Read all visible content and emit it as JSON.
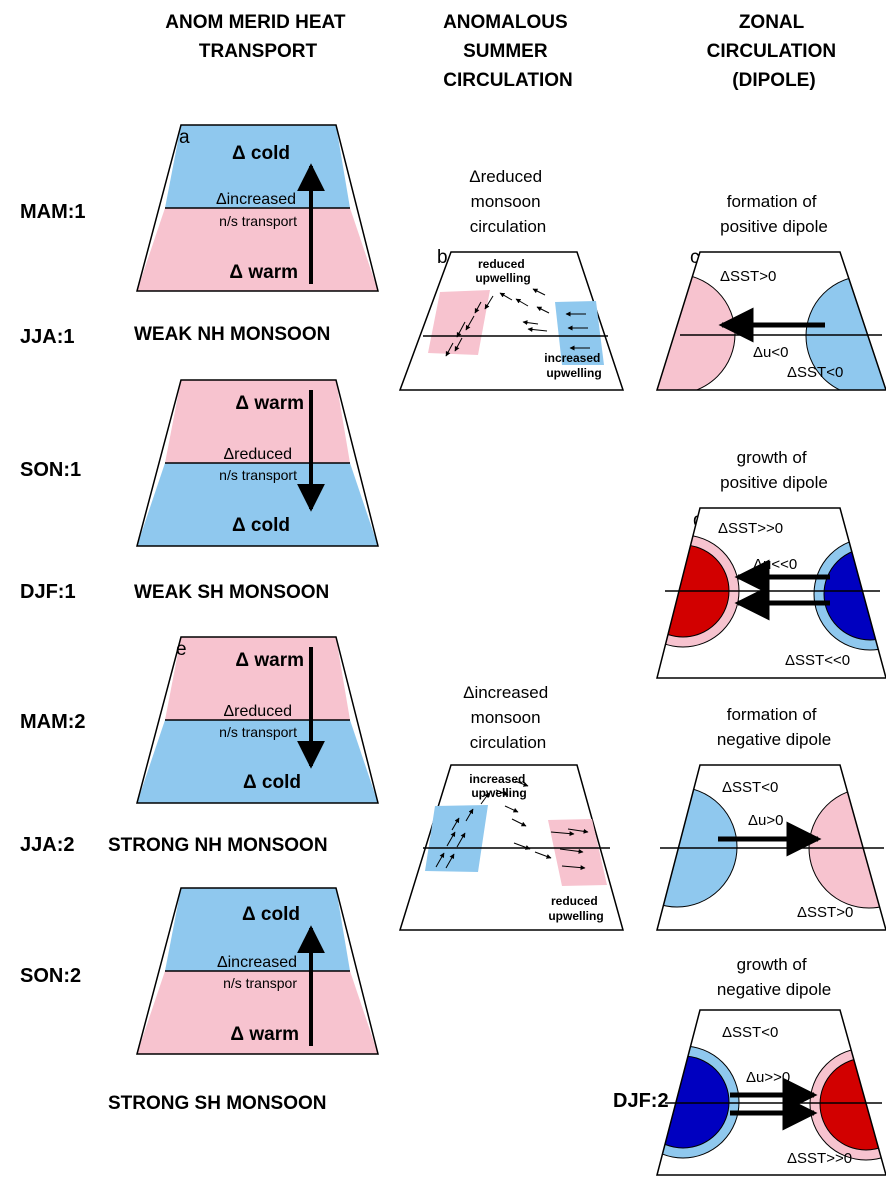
{
  "headers": {
    "col1": [
      "ANOM MERID HEAT",
      "TRANSPORT"
    ],
    "col2": [
      "ANOMALOUS",
      "SUMMER",
      "CIRCULATION"
    ],
    "col3": [
      "ZONAL",
      "CIRCULATION",
      "(DIPOLE)"
    ]
  },
  "seasons": [
    "MAM:1",
    "JJA:1",
    "SON:1",
    "DJF:1",
    "MAM:2",
    "JJA:2",
    "SON:2",
    "DJF:2"
  ],
  "monsoons": [
    "WEAK NH MONSOON",
    "WEAK SH MONSOON",
    "STRONG NH MONSOON",
    "STRONG SH MONSOON"
  ],
  "panel_letters": {
    "a": "a",
    "b": "b",
    "c": "c",
    "d": "d",
    "e": "e"
  },
  "trap1": {
    "top": "Δ cold",
    "bottom": "Δ warm",
    "mid1": "Δincreased",
    "mid2": "n/s transport"
  },
  "trap2": {
    "top": "Δ warm",
    "bottom": "Δ cold",
    "mid1": "Δreduced",
    "mid2": "n/s transport"
  },
  "trap3": {
    "top": "Δ warm",
    "bottom": "Δ cold",
    "mid1": "Δreduced",
    "mid2": "n/s transport"
  },
  "trap4": {
    "top": "Δ cold",
    "bottom": "Δ warm",
    "mid1": "Δincreased",
    "mid2": "n/s transpor"
  },
  "circ1": {
    "caption": [
      "Δreduced",
      "monsoon",
      "circulation"
    ],
    "label_top": [
      "reduced",
      "upwelling"
    ],
    "label_bottom": [
      "increased",
      "upwelling"
    ]
  },
  "circ2": {
    "caption": [
      "Δincreased",
      "monsoon",
      "circulation"
    ],
    "label_top": [
      "increased",
      "upwelling"
    ],
    "label_bottom": [
      "reduced",
      "upwelling"
    ]
  },
  "dip1": {
    "caption": [
      "formation of",
      "positive dipole"
    ],
    "sst_top": "ΔSST>0",
    "u": "Δu<0",
    "sst_bottom": "ΔSST<0"
  },
  "dip2": {
    "caption": [
      "growth of",
      "positive dipole"
    ],
    "sst_top": "ΔSST>>0",
    "u": "Δu<<0",
    "sst_bottom": "ΔSST<<0"
  },
  "dip3": {
    "caption": [
      "formation of",
      "negative dipole"
    ],
    "sst_top": "ΔSST<0",
    "u": "Δu>0",
    "sst_bottom": "ΔSST>0"
  },
  "dip4": {
    "caption": [
      "growth of",
      "negative dipole"
    ],
    "sst_top": "ΔSST<0",
    "u": "Δu>>0",
    "sst_bottom": "ΔSST>>0"
  },
  "colors": {
    "warm": "#f7c3cf",
    "cold": "#8fc8ee",
    "hot": "#d20000",
    "deep_cold": "#0000c0",
    "line": "#000000"
  }
}
